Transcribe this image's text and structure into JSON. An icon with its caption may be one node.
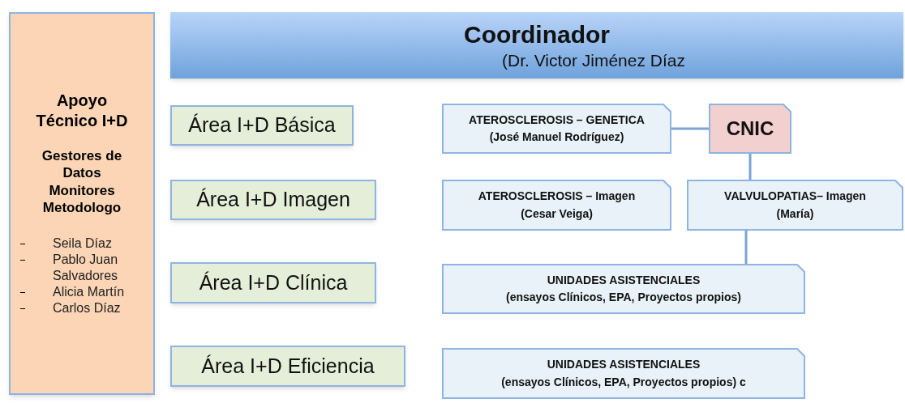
{
  "diagram": {
    "nodes": [
      {
        "text": [
          "Apoyo Técnico I+D",
          "Gestores de Datos Monitores Metodologo",
          "Seila Díaz",
          "Pablo Juan Salvadores",
          "Alicia Martín",
          "Carlos Díaz"
        ]
      },
      {
        "text": [
          "Coordinador",
          "(Dr. Victor Jiménez Díaz"
        ]
      },
      {
        "text": [
          "Área I+D Básica"
        ]
      },
      {
        "text": [
          "Área I+D Imagen"
        ]
      },
      {
        "text": [
          "Área I+D Clínica"
        ]
      },
      {
        "text": [
          "Área I+D Eficiencia"
        ]
      },
      {
        "text": [
          "ATEROSCLEROSIS – GENETICA",
          "(José Manuel Rodríguez)"
        ]
      },
      {
        "text": [
          "CNIC"
        ]
      },
      {
        "text": [
          "ATEROSCLEROSIS – Imagen",
          "(Cesar Veiga)"
        ]
      },
      {
        "text": [
          "VALVULOPATIAS– Imagen",
          "(María)"
        ]
      },
      {
        "text": [
          "UNIDADES ASISTENCIALES",
          "(ensayos Clínicos, EPA, Proyectos propios)"
        ]
      },
      {
        "text": [
          "UNIDADES ASISTENCIALES",
          "(ensayos Clínicos, EPA, Proyectos propios) c"
        ]
      }
    ],
    "edges": [
      {
        "from": 6,
        "to": 7,
        "arrow": "none"
      },
      {
        "from": 7,
        "to": 9,
        "arrow": "none"
      },
      {
        "from": 9,
        "to": 10,
        "arrow": "none"
      }
    ]
  }
}
